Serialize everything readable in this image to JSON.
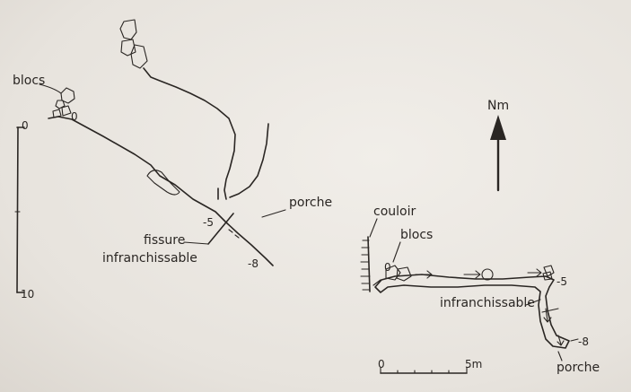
{
  "section": {
    "blocs_label": "blocs",
    "entrance_depth": "0",
    "porch_label": "porche",
    "depth_minus5": "-5",
    "fissure_label": "fissure",
    "infranchissable_label": "infranchissable",
    "depth_minus8": "-8",
    "scale_top": "0",
    "scale_bottom": "10"
  },
  "north": {
    "label": "Nm"
  },
  "plan": {
    "couloir_label": "couloir",
    "blocs_label": "blocs",
    "entrance_depth": "0",
    "infranchissable_label": "infranchissable",
    "depth_minus5": "-5",
    "depth_minus8": "-8",
    "porch_label": "porche",
    "scale_start": "0",
    "scale_end": "5m"
  }
}
